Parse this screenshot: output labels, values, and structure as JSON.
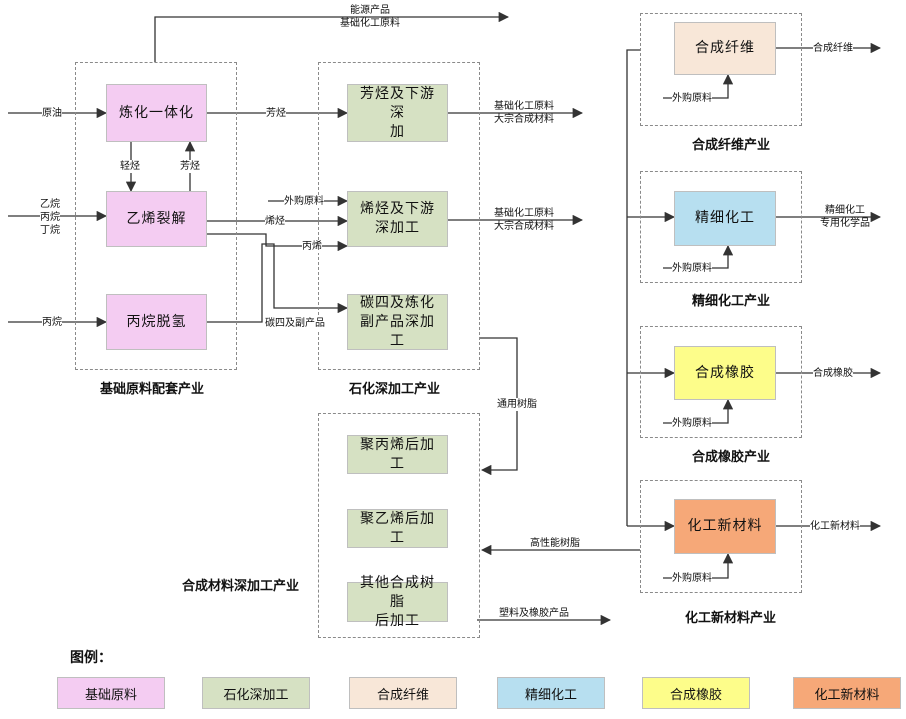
{
  "groups": {
    "basic": "基础原料配套产业",
    "petro": "石化深加工产业",
    "materials": "合成材料深加工产业",
    "fiber": "合成纤维产业",
    "fine": "精细化工产业",
    "rubber": "合成橡胶产业",
    "newmat": "化工新材料产业"
  },
  "nodes": {
    "refining": "炼化一体化",
    "ethylene": "乙烯裂解",
    "propane_dehydro": "丙烷脱氢",
    "aromatics": "芳烃及下游深\n加",
    "olefins": "烯烃及下游\n深加工",
    "c4": "碳四及炼化\n副产品深加工",
    "pp": "聚丙烯后加工",
    "pe": "聚乙烯后加工",
    "other_resin": "其他合成树脂\n后加工",
    "fiber": "合成纤维",
    "fine": "精细化工",
    "rubber": "合成橡胶",
    "newmat": "化工新材料"
  },
  "labels": {
    "energy": "能源产品\n基础化工原料",
    "crude": "原油",
    "ethane": "乙烷\n丙烷\n丁烷",
    "propane": "丙烷",
    "light_hc": "轻烃",
    "aromatics_up": "芳烃",
    "aromatics_right": "芳烃",
    "olefins_flow": "烯烃",
    "propylene": "丙烯",
    "c4_flow": "碳四及副产品",
    "outsourced_petro": "外购原料",
    "aro_out": "基础化工原料\n大宗合成材料",
    "ole_out": "基础化工原料\n大宗合成材料",
    "general_resin": "通用树脂",
    "hp_resin": "高性能树脂",
    "plastics_rubber": "塑料及橡胶产品",
    "fiber_in": "外购原料",
    "fiber_out": "合成纤维",
    "fine_in": "外购原料",
    "fine_out": "精细化工\n专用化学品",
    "rubber_in": "外购原料",
    "rubber_out": "合成橡胶",
    "newmat_in": "外购原料",
    "newmat_out": "化工新材料"
  },
  "legend": {
    "title": "图例：",
    "items": [
      "基础原料",
      "石化深加工",
      "合成纤维",
      "精细化工",
      "合成橡胶",
      "化工新材料"
    ]
  },
  "colors": {
    "basic": "#f4ccf2",
    "petro": "#d6e1c3",
    "fiber": "#f8e7d8",
    "fine": "#b7dff0",
    "rubber": "#fdfd8a",
    "newmat": "#f6a878"
  }
}
